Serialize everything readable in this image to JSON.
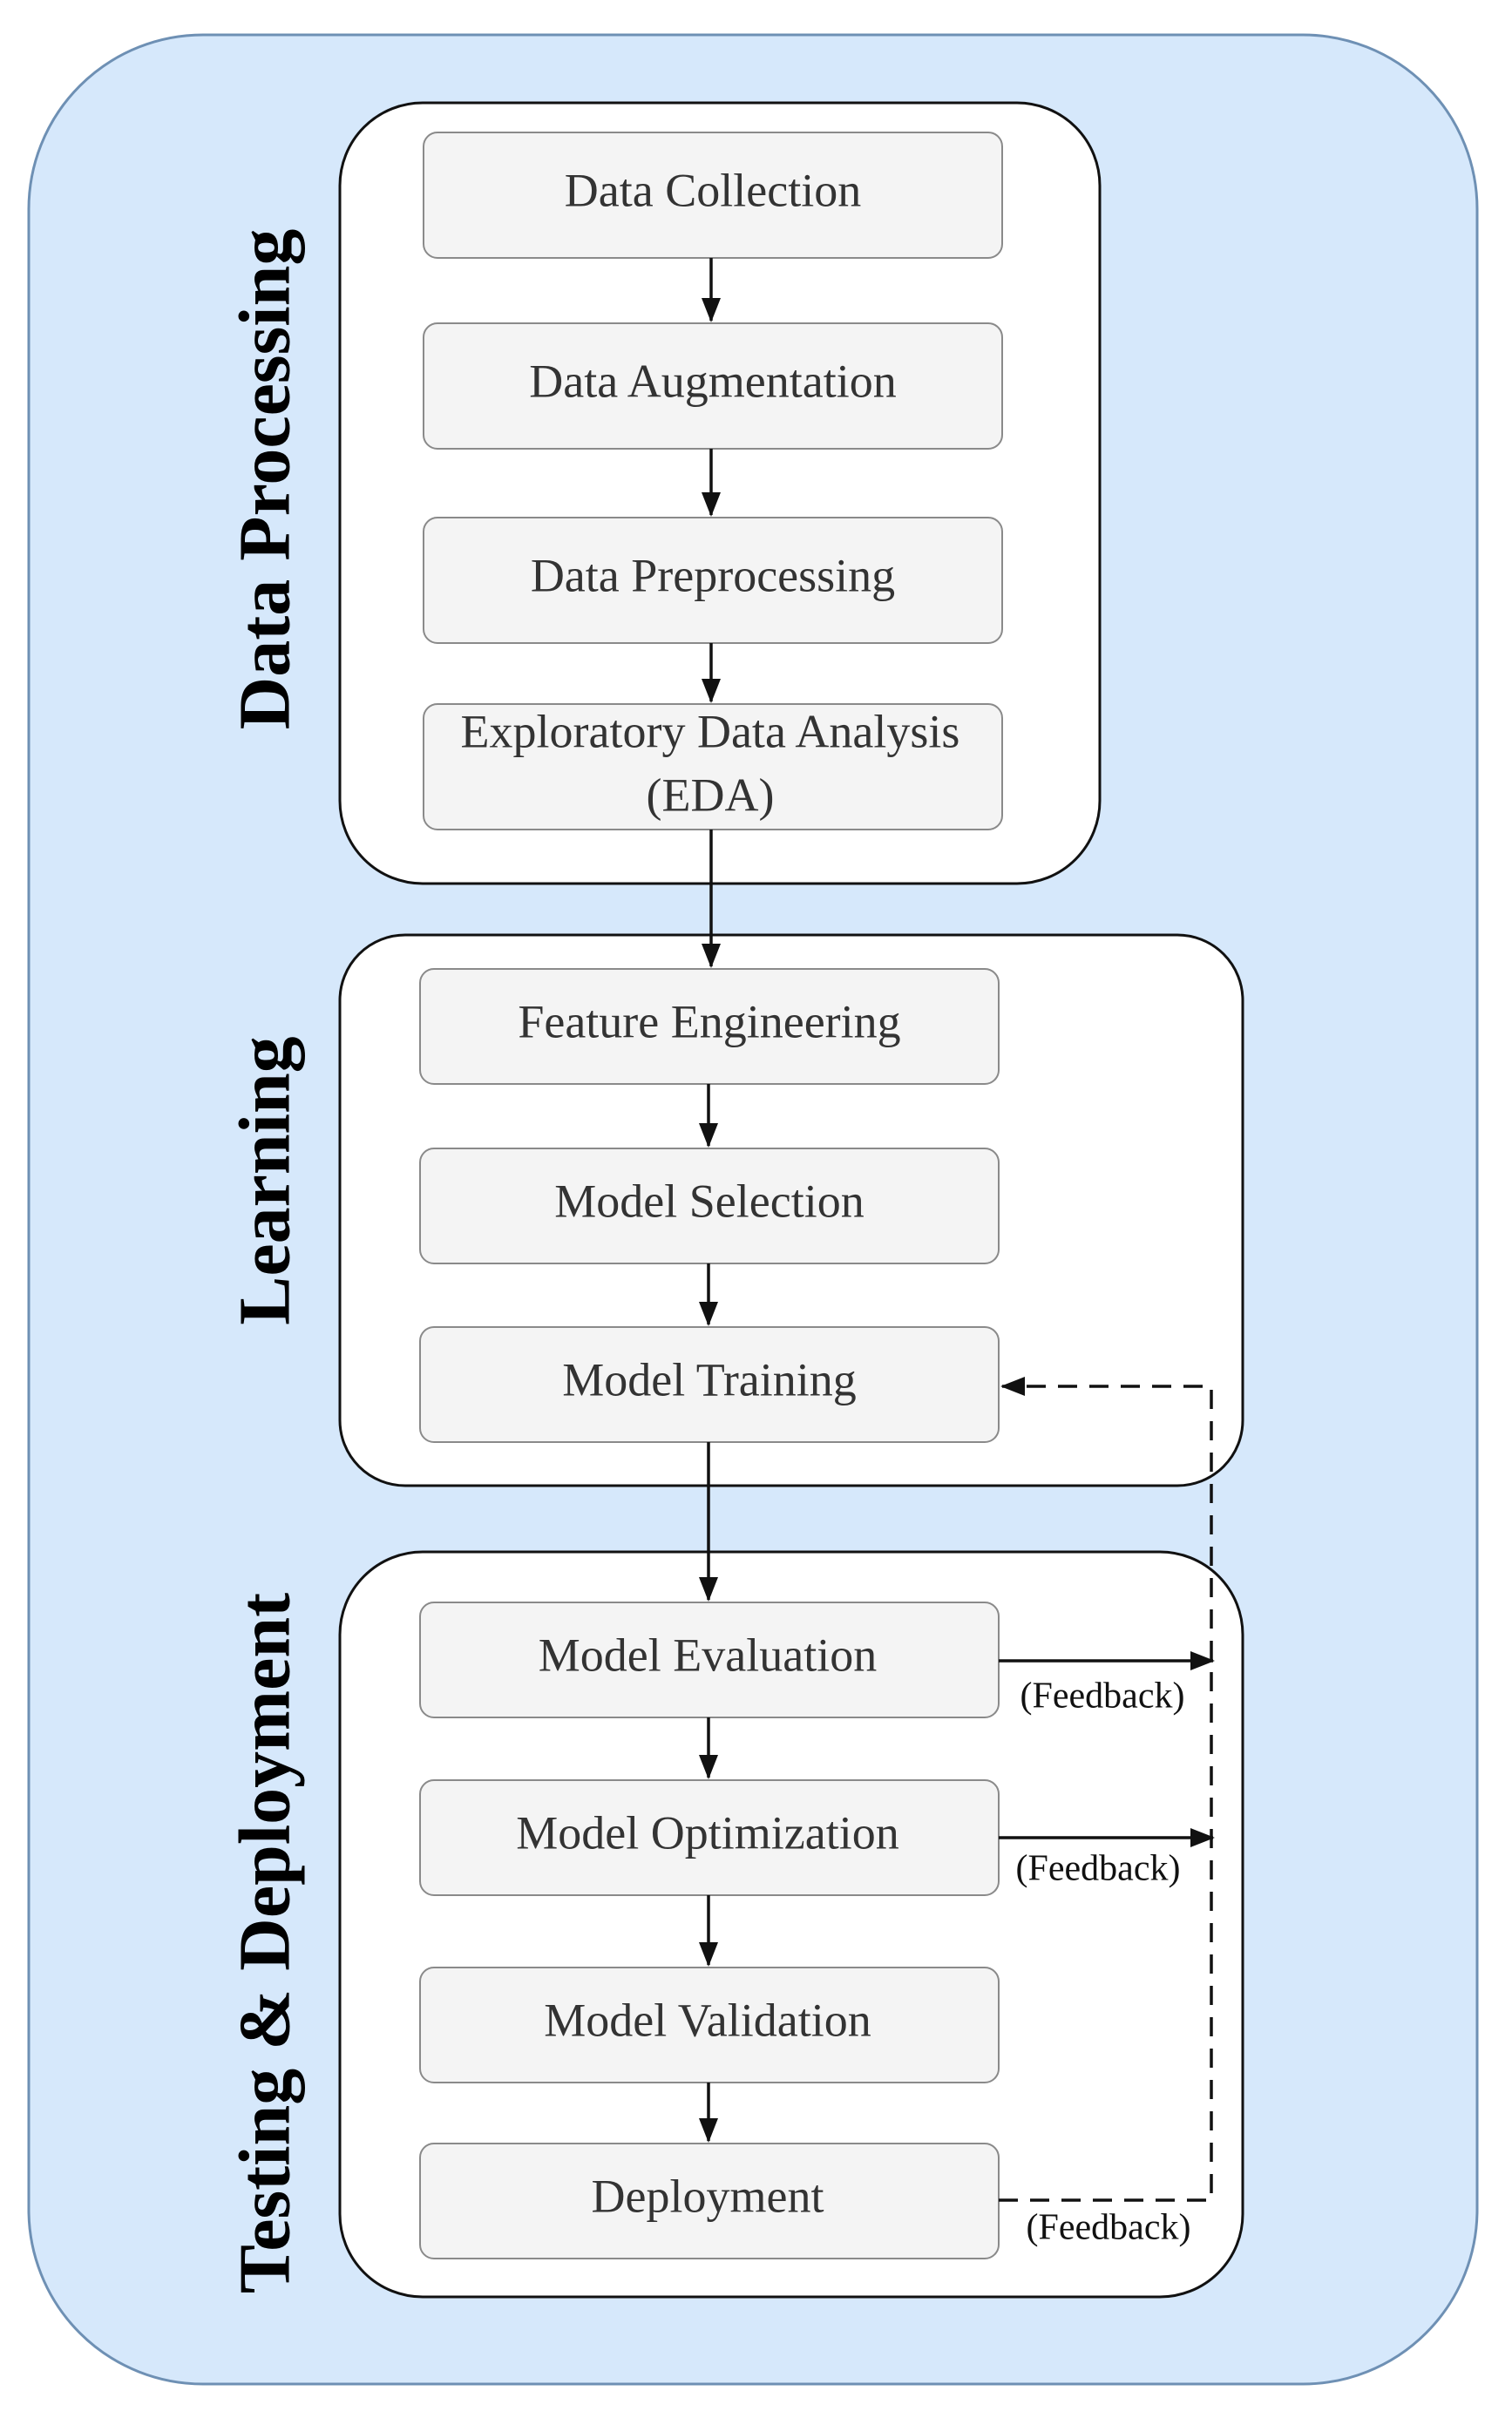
{
  "stages": {
    "data_processing": "Data Processing",
    "learning": "Learning",
    "testing_deployment": "Testing & Deployment"
  },
  "steps": {
    "data_collection": "Data Collection",
    "data_augmentation": "Data Augmentation",
    "data_preprocessing": "Data Preprocessing",
    "eda_line1": "Exploratory Data Analysis",
    "eda_line2": "(EDA)",
    "feature_engineering": "Feature Engineering",
    "model_selection": "Model Selection",
    "model_training": "Model Training",
    "model_evaluation": "Model Evaluation",
    "model_optimization": "Model Optimization",
    "model_validation": "Model Validation",
    "deployment": "Deployment"
  },
  "feedback": {
    "evaluation": "(Feedback)",
    "optimization": "(Feedback)",
    "deployment": "(Feedback)"
  },
  "colors": {
    "background": "#d6e8fb",
    "stage_fill": "#ffffff",
    "step_fill": "#f4f4f4",
    "line": "#111111"
  }
}
